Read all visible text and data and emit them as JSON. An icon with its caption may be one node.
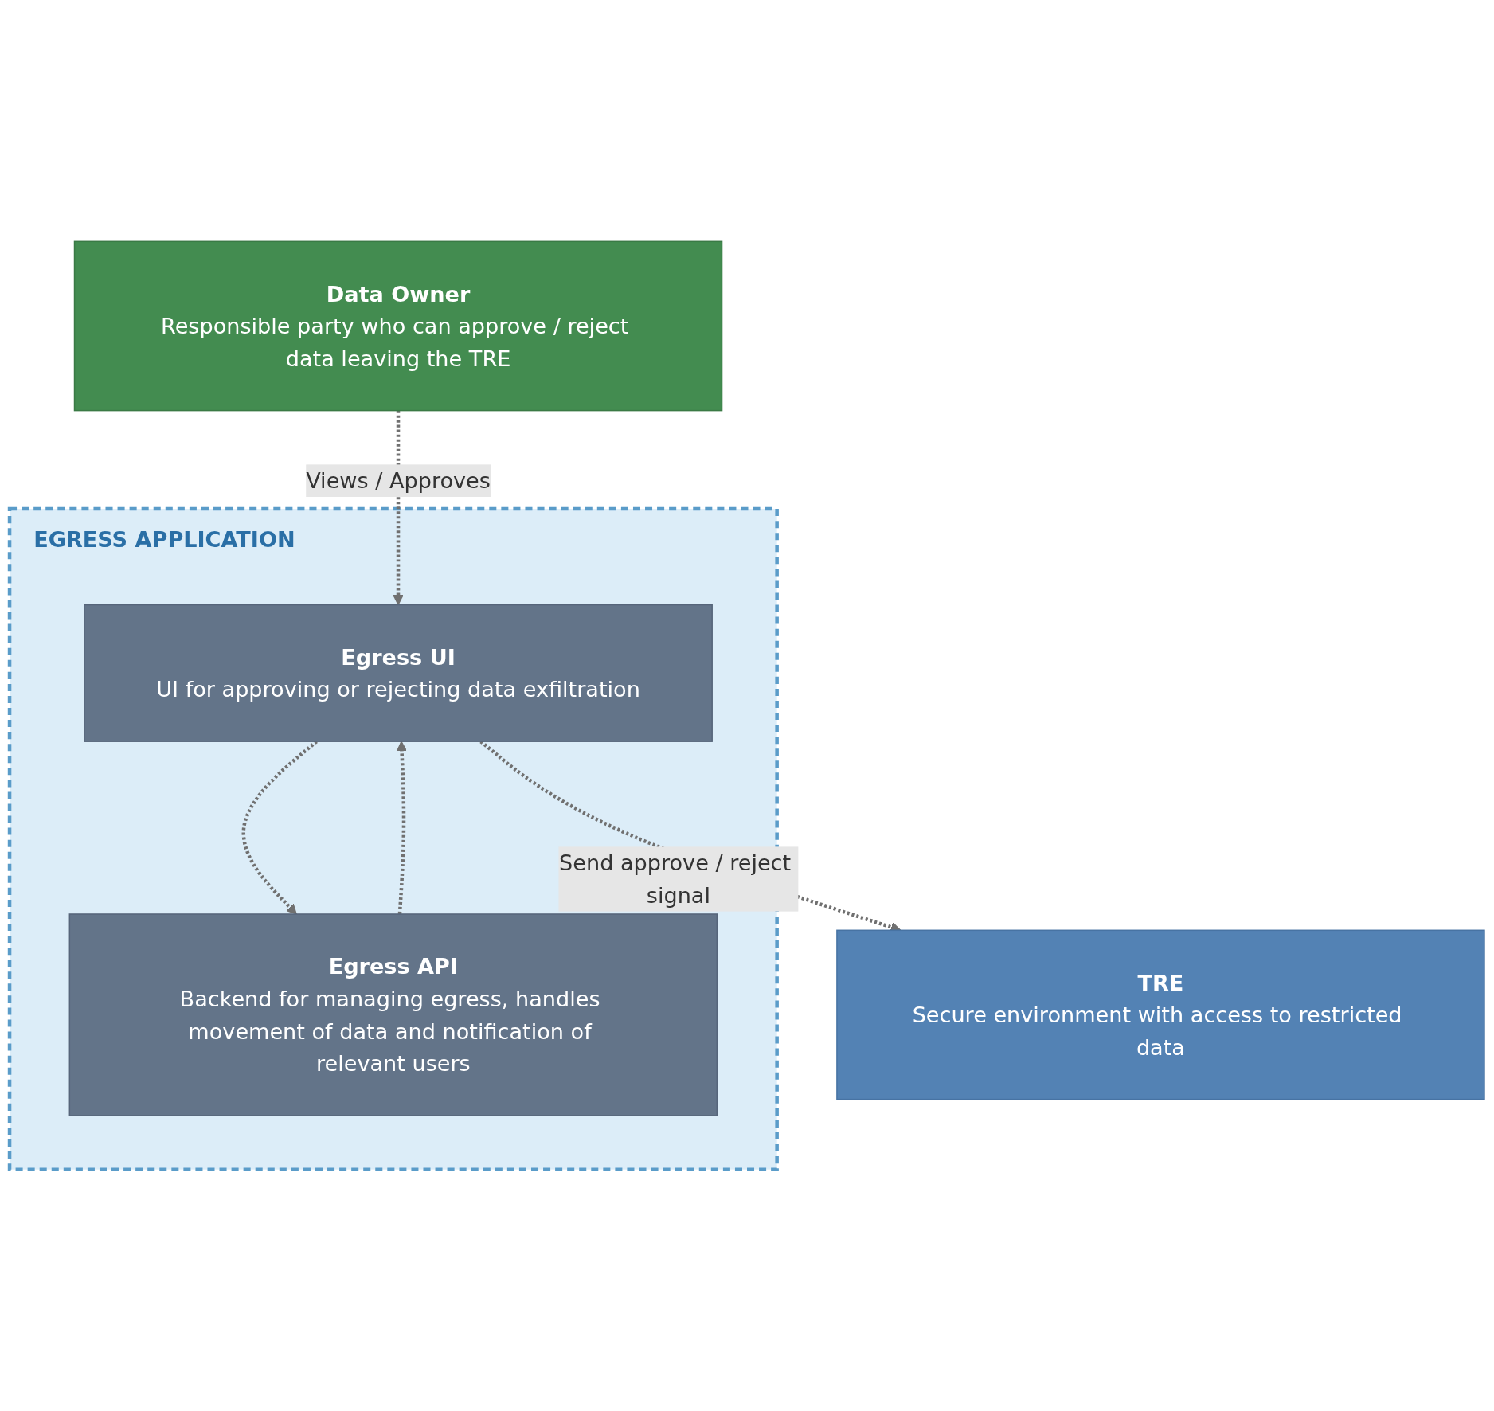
{
  "diagram": {
    "nodes": [
      {
        "text": [
          "Data Owner",
          "Responsible party who can approve / reject data leaving the TRE"
        ]
      },
      {
        "text": [
          "EGRESS APPLICATION"
        ]
      },
      {
        "text": [
          "Egress API",
          "Backend for managing egress, handles movement of data and notification of relevant users"
        ],
        "in": 1
      },
      {
        "text": [
          "Egress UI",
          "UI for approving or rejecting data exfiltration"
        ],
        "in": 1
      },
      {
        "text": [
          "TRE",
          "Secure environment with access to restricted data"
        ]
      }
    ],
    "edges": [
      {
        "from": 0,
        "to": 3,
        "arrow": "to",
        "label": "Views / Approves",
        "style": "dashed"
      },
      {
        "from": 2,
        "to": 3,
        "arrow": "to",
        "style": "dashed"
      },
      {
        "from": 3,
        "to": 2,
        "arrow": "to",
        "style": "dashed"
      },
      {
        "from": 3,
        "to": 4,
        "arrow": "to",
        "label": "Send approve / reject signal",
        "style": "dashed"
      }
    ]
  }
}
